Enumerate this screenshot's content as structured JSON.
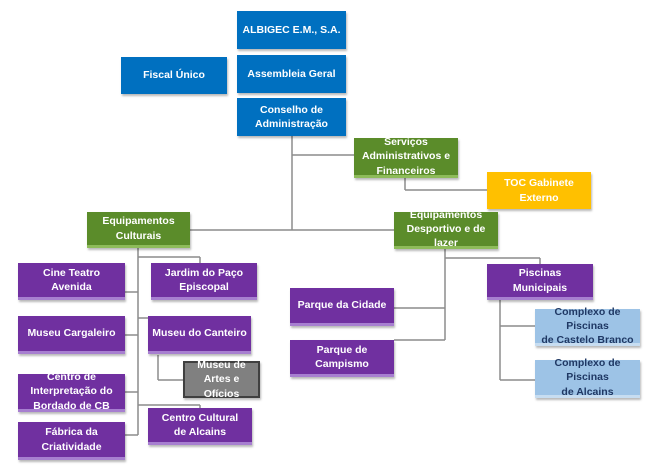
{
  "org": {
    "albigec": "ALBIGEC E.M., S.A.",
    "fiscal": "Fiscal Único",
    "assembleia": "Assembleia Geral",
    "conselho": "Conselho de\nAdministração",
    "servicos": "Serviços\nAdministrativos e\nFinanceiros",
    "toc": "TOC Gabinete\nExterno",
    "culturais": "Equipamentos\nCulturais",
    "desportivo": "Equipamentos\nDesportivo e de lazer",
    "cine": "Cine Teatro\nAvenida",
    "jardim": "Jardim do Paço\nEpiscopal",
    "cargaleiro": "Museu Cargaleiro",
    "canteiro": "Museu do Canteiro",
    "artes": "Museu de\nArtes e Ofícios",
    "interpretacao": "Centro de\nInterpretação do\nBordado de CB",
    "cultural_alcains": "Centro Cultural\nde Alcains",
    "fabrica": "Fábrica da\nCriatividade",
    "parque_cidade": "Parque da Cidade",
    "parque_campismo": "Parque de Campismo",
    "piscinas": "Piscinas Municipais",
    "piscinas_cb": "Complexo de Piscinas\nde Castelo Branco",
    "piscinas_alcains": "Complexo de Piscinas\nde Alcains"
  },
  "colors": {
    "board": "#0070c0",
    "services": "#5b8c2a",
    "external": "#ffc000",
    "facility": "#7030a0",
    "pool": "#9dc3e6",
    "inactive": "#808080",
    "connector": "#8c8c8c"
  }
}
